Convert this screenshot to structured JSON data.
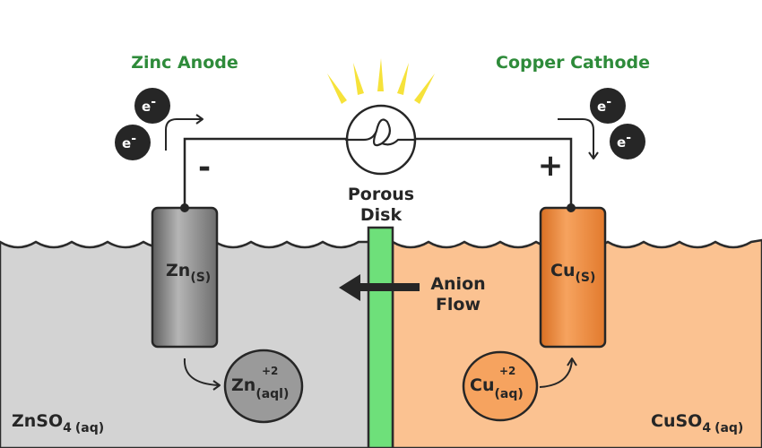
{
  "title_left": "Zinc Anode",
  "title_right": "Copper Cathode",
  "electron": {
    "base": "e",
    "charge": "-"
  },
  "terminal_negative": "-",
  "terminal_positive": "+",
  "porous_disk": {
    "line1": "Porous",
    "line2": "Disk"
  },
  "anion_flow": {
    "line1": "Anion",
    "line2": "Flow"
  },
  "zinc_electrode": {
    "base": "Zn",
    "sub": "(S)"
  },
  "copper_electrode": {
    "base": "Cu",
    "sub": "(S)"
  },
  "zinc_ion": {
    "base": "Zn",
    "sup": "+2",
    "sub": "(aql)"
  },
  "copper_ion": {
    "base": "Cu",
    "sup": "+2",
    "sub": "(aq)"
  },
  "left_solution": {
    "base": "ZnSO",
    "sub": "4",
    "state": "(aq)"
  },
  "right_solution": {
    "base": "CuSO",
    "sub": "4",
    "state": "(aq)"
  },
  "colors": {
    "title_green": "#2e8b3a",
    "zinc_solution": "#d3d3d3",
    "copper_solution": "#fbc291",
    "porous_disk": "#6ee07a",
    "zinc_electrode": "#8c8c8c",
    "copper_electrode": "#f28e3f",
    "bulb_rays": "#f6e23a",
    "wire": "#262626"
  }
}
